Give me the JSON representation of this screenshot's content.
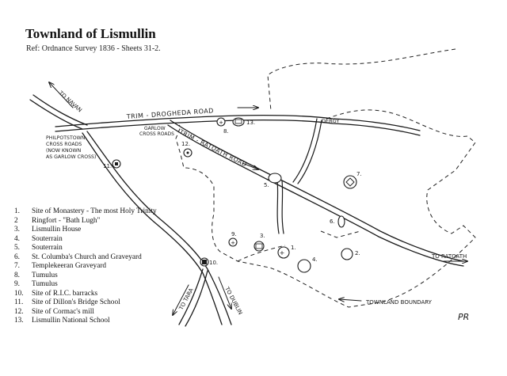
{
  "header": {
    "title": "Townland of Lismullin",
    "ref": "Ref: Ordnance Survey 1836 - Sheets 31-2."
  },
  "legend": [
    {
      "num": "1.",
      "text": "Site of Monastery - The most Holy Trinity"
    },
    {
      "num": "2",
      "text": "Ringfort - \"Bath Lugh\""
    },
    {
      "num": "3.",
      "text": "Lismullin House"
    },
    {
      "num": "4.",
      "text": "Souterrain"
    },
    {
      "num": "5.",
      "text": "Souterrain"
    },
    {
      "num": "6.",
      "text": "St. Columba's Church and Graveyard"
    },
    {
      "num": "7.",
      "text": "Templekeeran Graveyard"
    },
    {
      "num": "8.",
      "text": "Tumulus"
    },
    {
      "num": "9.",
      "text": "Tumulus"
    },
    {
      "num": "10.",
      "text": "Site of R.I.C. barracks"
    },
    {
      "num": "11.",
      "text": "Site of Dillon's Bridge School"
    },
    {
      "num": "12.",
      "text": "Site of Cormac's mill"
    },
    {
      "num": "13.",
      "text": "Lismullin National School"
    }
  ],
  "map": {
    "road_trim_drogheda": "TRIM - DROGHEDA ROAD",
    "road_trim_ratoath": "TRIM - RATOATH ROAD",
    "to_navan": "TO NAVAN",
    "to_ratoath": "TO RATOATH",
    "to_tara": "TO TARA",
    "to_dublin": "TO DUBLIN",
    "philpotstown": [
      "PHILPOTSTOWN",
      "CROSS ROADS",
      "(NOW KNOWN",
      "AS GARLOW CROSS)"
    ],
    "garlow_cross": [
      "GARLOW",
      "CROSS ROADS"
    ],
    "dergy": "DERGY",
    "boundary_label": "TOWNLAND BOUNDARY",
    "signature": "PR",
    "site_numbers": [
      "1.",
      "2.",
      "3.",
      "4.",
      "5.",
      "6.",
      "7.",
      "8.",
      "9.",
      "10.",
      "11.",
      "12.",
      "13."
    ]
  }
}
